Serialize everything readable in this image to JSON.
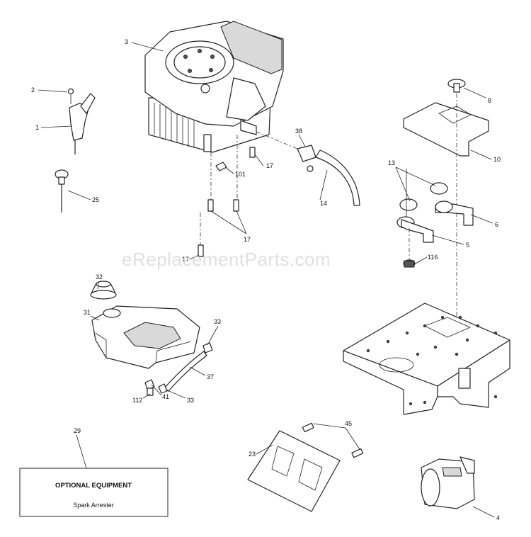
{
  "watermark": "eReplacementParts.com",
  "callouts": {
    "c1": "1",
    "c2": "2",
    "c3": "3",
    "c4": "4",
    "c5": "5",
    "c6": "6",
    "c8": "8",
    "c10": "10",
    "c13": "13",
    "c14": "14",
    "c17a": "17",
    "c17b": "17",
    "c17c": "17",
    "c23": "23",
    "c25": "25",
    "c29": "29",
    "c31": "31",
    "c32": "32",
    "c33a": "33",
    "c33b": "33",
    "c37": "37",
    "c38": "38",
    "c41": "41",
    "c45": "45",
    "c101": "101",
    "c112": "112",
    "c116": "116"
  },
  "optional_box": {
    "title": "OPTIONAL EQUIPMENT",
    "item": "Spark Arrester"
  }
}
